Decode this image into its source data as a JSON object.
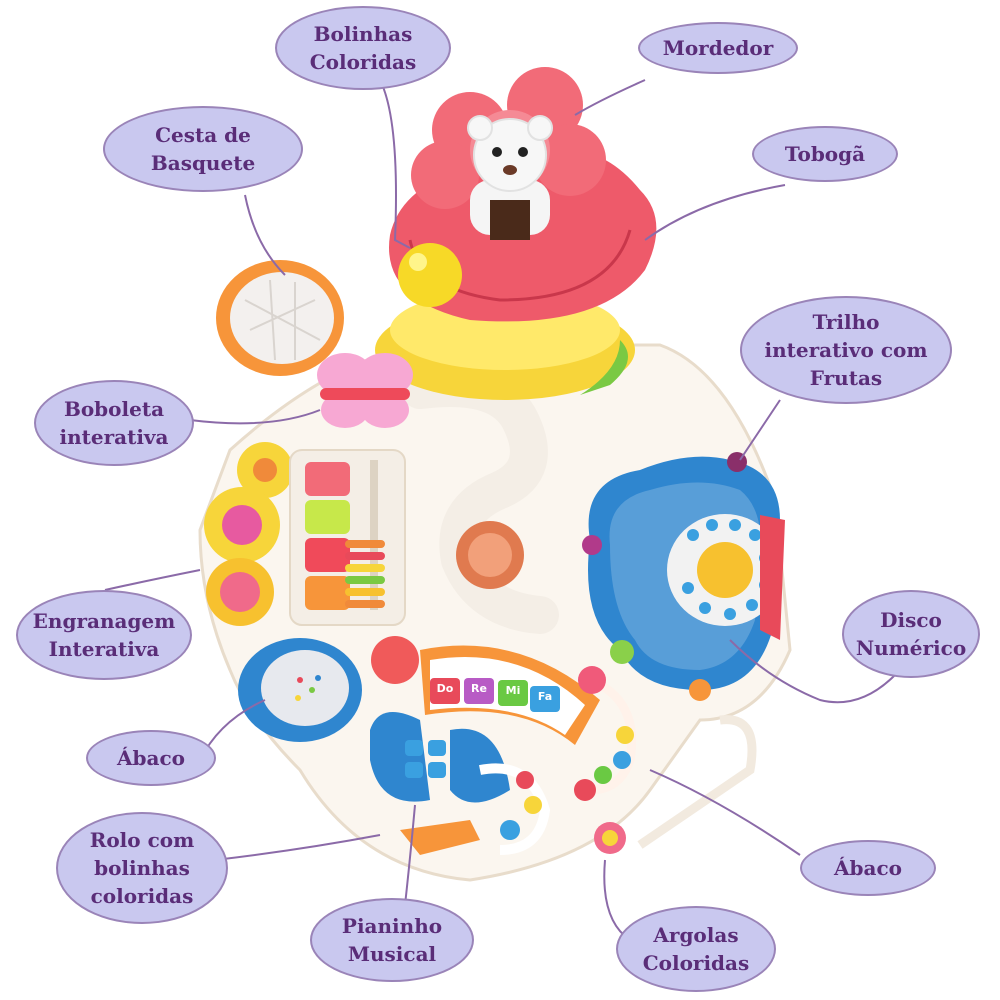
{
  "labels": {
    "bolinhas": "Bolinhas\nColoridas",
    "mordedor": "Mordedor",
    "cesta": "Cesta de\nBasquete",
    "tobogã": "Tobogã",
    "trilho": "Trilho\ninterativo com\nFrutas",
    "boboleta": "Boboleta\ninterativa",
    "engranagem": "Engranagem\nInterativa",
    "disco": "Disco\nNumérico",
    "abaco_left": "Ábaco",
    "abaco_right": "Ábaco",
    "rolo": "Rolo com\nbolinhas\ncoloridas",
    "pianinho": "Pianinho\nMusical",
    "argolas": "Argolas\nColoridas"
  },
  "piano_keys": [
    "Do",
    "Re",
    "Mi",
    "Fa"
  ],
  "colors": {
    "bubble_fill": "#c9c8ef",
    "bubble_border": "#9a84b8",
    "label_text": "#5a2d78",
    "connector": "#8b6aa8",
    "table_body": "#fbf6ef",
    "slide_red": "#ee5a6a",
    "slide_yellow": "#f7d53a",
    "phone_blue": "#2f86cf",
    "basket_orange": "#f7953a"
  }
}
